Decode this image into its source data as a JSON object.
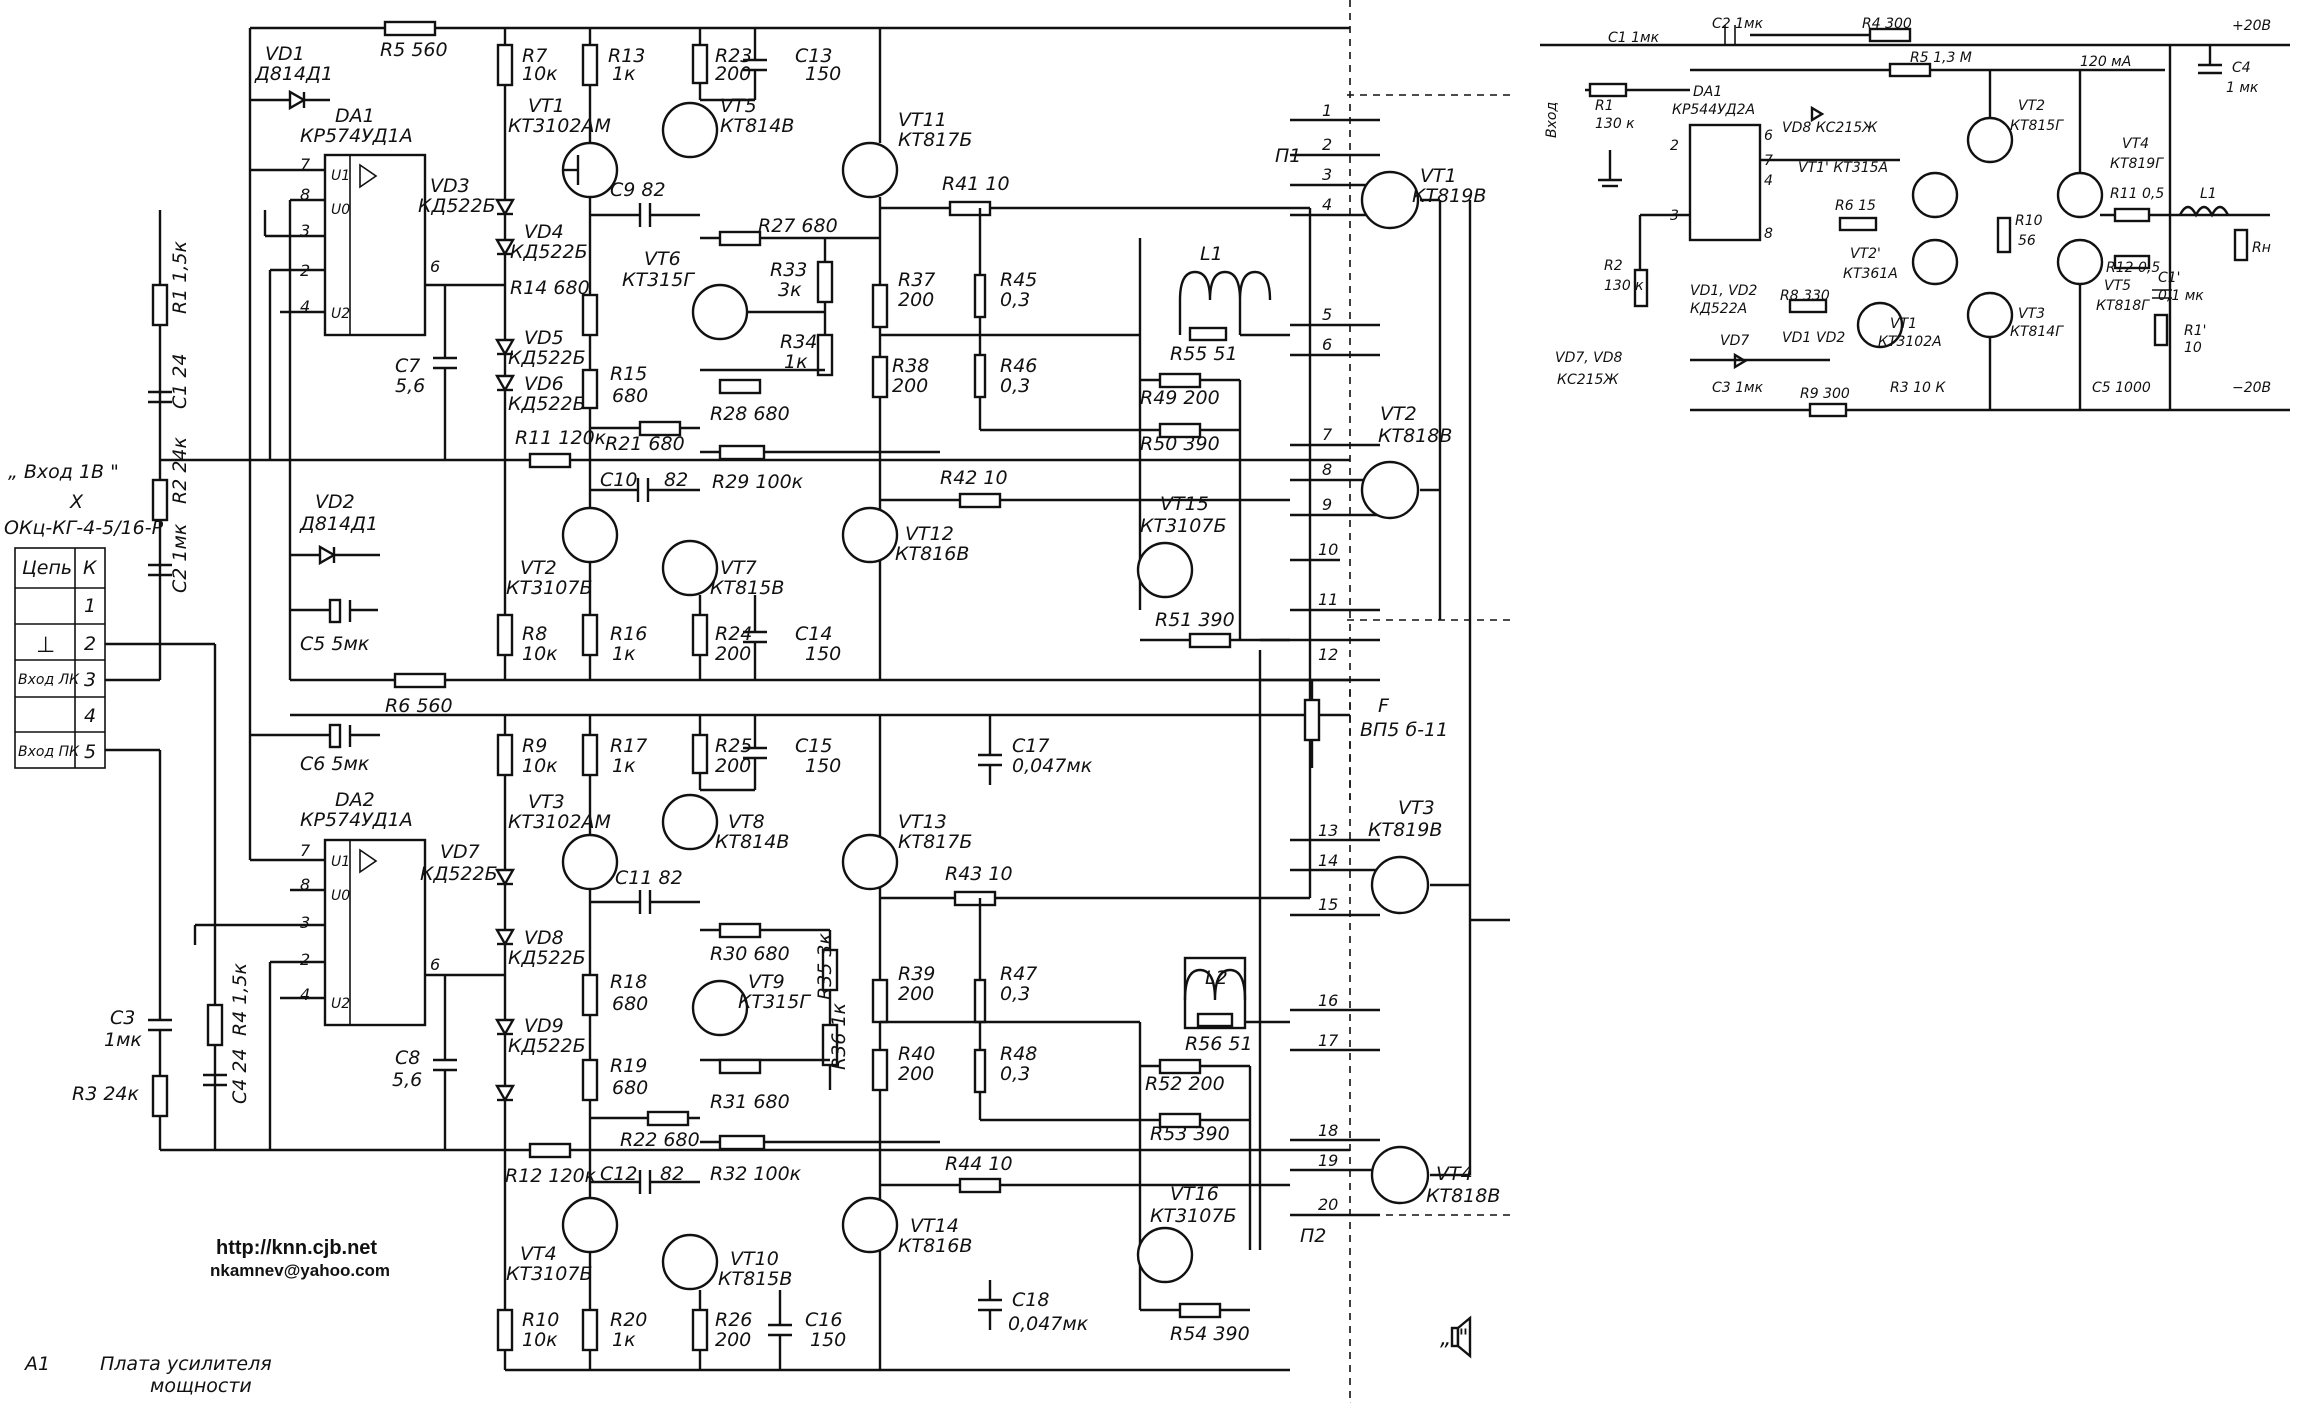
{
  "footer": {
    "url": "http://knn.cjb.net",
    "email": "nkamnev@yahoo.com",
    "board_id": "A1",
    "board_title_line1": "Плата   усилителя",
    "board_title_line2": "мощности"
  },
  "input_connector": {
    "input_label": "„ Вход 1В \"",
    "x_label": "X",
    "part_label": "ОКц-КГ-4-5/16-Р",
    "table_headers": [
      "Цепь",
      "К"
    ],
    "rows": [
      {
        "circuit": "",
        "pin": "1"
      },
      {
        "circuit": "⊥",
        "pin": "2"
      },
      {
        "circuit": "Вход ЛК",
        "pin": "3"
      },
      {
        "circuit": "",
        "pin": "4"
      },
      {
        "circuit": "Вход ПК",
        "pin": "5"
      }
    ]
  },
  "channel_top": {
    "VD1": "VD1",
    "VD1_type": "Д814Д1",
    "R5": "R5  560",
    "DA1": "DA1",
    "DA1_type": "КР574УД1А",
    "R7": "R7",
    "R7_val": "10к",
    "R13": "R13",
    "R13_val": "1к",
    "R23": "R23",
    "R23_val": "200",
    "C13": "C13",
    "C13_val": "150",
    "VT1": "VT1",
    "VT1_type": "КТ3102АМ",
    "VT5": "VT5",
    "VT5_type": "КТ814В",
    "VT11": "VT11",
    "VT11_type": "КТ817Б",
    "VD3": "VD3",
    "VD3_type": "КД522Б",
    "C9": "C9  82",
    "R41": "R41  10",
    "VD4": "VD4",
    "VD4_type": "КД522Б",
    "R27": "R27 680",
    "R14": "R14 680",
    "VT6": "VT6",
    "VT6_type": "КТ315Г",
    "R33": "R33",
    "R33_val": "3к",
    "R37": "R37",
    "R37_val": "200",
    "R45": "R45",
    "R45_val": "0,3",
    "L1": "L1",
    "R34": "R34",
    "R34_val": "1к",
    "R55": "R55  51",
    "VD5": "VD5",
    "VD5_type": "КД522Б",
    "C7": "C7",
    "C7_val": "5,6",
    "R15": "R15",
    "R15_val": "680",
    "VD6": "VD6",
    "VD6_type": "КД522Б",
    "R28": "R28 680",
    "R38": "R38",
    "R38_val": "200",
    "R46": "R46",
    "R46_val": "0,3",
    "R49": "R49 200",
    "R11": "R11 120к",
    "R21": "R21 680",
    "R50": "R50 390",
    "R29": "R29  100к",
    "R42": "R42  10",
    "C10": "C10",
    "C10_val": "82",
    "VD2": "VD2",
    "VD2_type": "Д814Д1",
    "VT12": "VT12",
    "VT12_type": "КТ816В",
    "VT15": "VT15",
    "VT15_type": "КТ3107Б",
    "VT2": "VT2",
    "VT2_type": "КТ3107Б",
    "VT7": "VT7",
    "VT7_type": "КТ815В",
    "C5": "C5  5мк",
    "R51": "R51  390",
    "R8": "R8",
    "R8_val": "10к",
    "R16": "R16",
    "R16_val": "1к",
    "R24": "R24",
    "R24_val": "200",
    "C14": "C14",
    "C14_val": "150",
    "R6": "R6  560",
    "R1": "R1  1,5к",
    "C1": "C1  24",
    "R2": "R2  24к",
    "C2": "C2  1мк"
  },
  "channel_bottom": {
    "R9": "R9",
    "R9_val": "10к",
    "R17": "R17",
    "R17_val": "1к",
    "R25": "R25",
    "R25_val": "200",
    "C15": "C15",
    "C15_val": "150",
    "C17": "C17",
    "C17_val": "0,047мк",
    "C6": "C6  5мк",
    "DA2": "DA2",
    "DA2_type": "КР574УД1А",
    "VT3": "VT3",
    "VT3_type": "КТ3102АМ",
    "VT8": "VT8",
    "VT8_type": "КТ814В",
    "VT13": "VT13",
    "VT13_type": "КТ817Б",
    "VD7": "VD7",
    "VD7_type": "КД522Б",
    "C11": "C11  82",
    "R43": "R43  10",
    "R30": "R30 680",
    "VD8": "VD8",
    "VD8_type": "КД522Б",
    "R35": "R35  3к",
    "R18": "R18",
    "R18_val": "680",
    "VT9": "VT9",
    "VT9_type": "КТ315Г",
    "R39": "R39",
    "R39_val": "200",
    "R47": "R47",
    "R47_val": "0,3",
    "L2": "L2",
    "R56": "R56  51",
    "VD9": "VD9",
    "VD9_type": "КД522Б",
    "C3": "C3",
    "C3_val": "1мк",
    "R4": "R4  1,5к",
    "C8": "C8",
    "C8_val": "5,6",
    "R19": "R19",
    "R19_val": "680",
    "R36": "R36  1к",
    "R40": "R40",
    "R40_val": "200",
    "R48": "R48",
    "R48_val": "0,3",
    "R52": "R52  200",
    "C4": "C4  24",
    "R3": "R3 24к",
    "R31": "R31 680",
    "R53": "R53  390",
    "R22": "R22 680",
    "R12": "R12 120к",
    "C12": "C12",
    "C12_val": "82",
    "R32": "R32 100к",
    "R44": "R44  10",
    "VT4": "VT4",
    "VT4_type": "КТ3107Б",
    "VT10": "VT10",
    "VT10_type": "КТ815В",
    "VT14": "VT14",
    "VT14_type": "КТ816В",
    "VT16": "VT16",
    "VT16_type": "КТ3107Б",
    "C18": "C18",
    "C18_val": "0,047мк",
    "R10": "R10",
    "R10_val": "10к",
    "R20": "R20",
    "R20_val": "1к",
    "R26": "R26",
    "R26_val": "200",
    "C16": "C16",
    "C16_val": "150",
    "R54": "R54  390"
  },
  "connector": {
    "P1": "П1",
    "P2": "П2",
    "pins": [
      "1",
      "2",
      "3",
      "4",
      "5",
      "6",
      "7",
      "8",
      "9",
      "10",
      "11",
      "12",
      "13",
      "14",
      "15",
      "16",
      "17",
      "18",
      "19",
      "20"
    ],
    "fuse": "F",
    "fuse_type": "ВП5 б-11",
    "speaker": "„ \""
  },
  "output_transistors": {
    "VT1": "VT1",
    "VT1_type": "КТ819В",
    "VT2": "VT2",
    "VT2_type": "КТ818В",
    "VT3": "VT3",
    "VT3_type": "КТ819В",
    "VT4": "VT4",
    "VT4_type": "КТ818В"
  },
  "inset": {
    "C1": "C1 1мк",
    "C2": "C2  1мк",
    "R4": "R4  300",
    "R5": "R5  1,3 М",
    "plus20": "+20В",
    "current": "120 мА",
    "C4": "C4",
    "C4_val": "1 мк",
    "input": "Вход",
    "R1": "R1",
    "R1_val": "130 к",
    "DA1": "DA1",
    "DA1_type": "КР544УД2А",
    "VD8": "VD8  КС215Ж",
    "VT2": "VT2",
    "VT2_type": "КТ815Г",
    "VT4": "VT4",
    "VT4_type": "КТ819Г",
    "VT1p": "VT1'  КТ315А",
    "R6": "R6  15",
    "R10": "R10",
    "R10_val": "56",
    "R11": "R11  0,5",
    "L1": "L1",
    "VT2p": "VT2'",
    "VT2p_type": "КТ361А",
    "R12": "R12  0,5",
    "Rn": "Rн",
    "C1p": "C1'",
    "C1p_val": "0,1 мк",
    "R2": "R2",
    "R2_val": "130 к",
    "VD1VD2": "VD1, VD2",
    "VD1VD2_type": "КД522А",
    "R8": "R8  330",
    "VT5": "VT5",
    "VT5_type": "КТ818Г",
    "VT3": "VT3",
    "VT3_type": "КТ814Г",
    "R1p": "R1'",
    "R1p_val": "10",
    "VD1": "VD1",
    "VD2": "VD2",
    "VT1": "VT1",
    "VT1_type": "КТ3102А",
    "VD7": "VD7",
    "VD7VD8": "VD7, VD8",
    "VD7VD8_type": "КС215Ж",
    "C3": "C3  1мк",
    "R9": "R9  300",
    "R3": "R3  10 К",
    "C5": "C5  1000",
    "minus20": "−20В",
    "pins": [
      "2",
      "3",
      "6",
      "7",
      "4",
      "8"
    ]
  }
}
